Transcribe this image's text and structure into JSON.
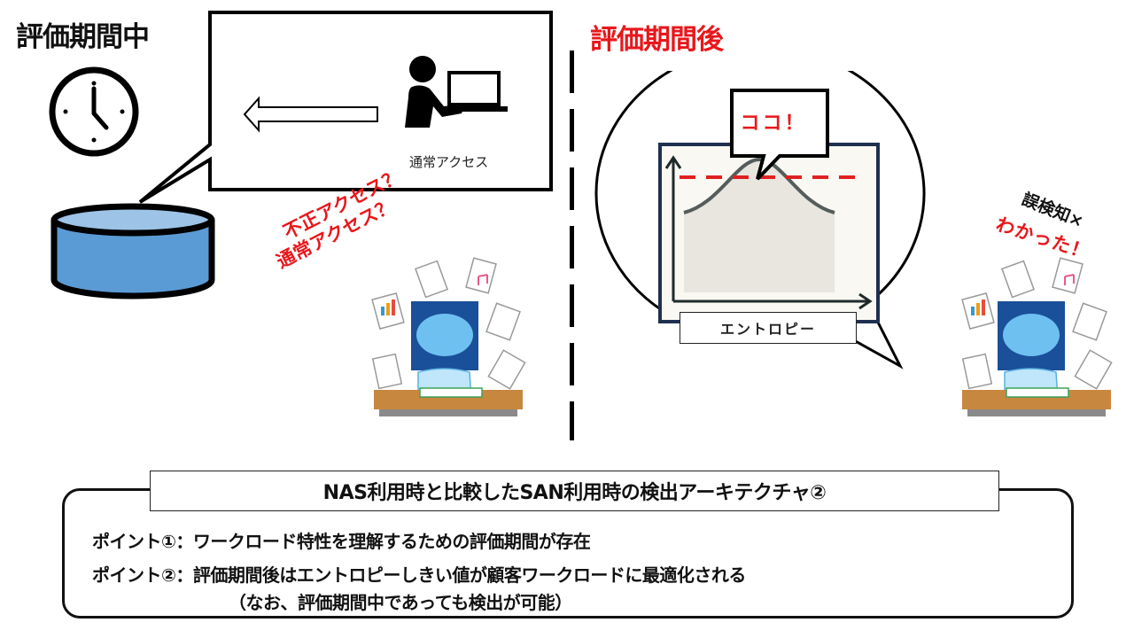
{
  "left_panel": {
    "title": "評価期間中",
    "callout_label": "通常アクセス",
    "question_lines": [
      "不正アクセス？",
      "通常アクセス？"
    ],
    "icons": [
      "clock-icon",
      "storage-cylinder-icon",
      "user-at-computer-icon",
      "left-arrow-icon",
      "ai-brain-learner-icon"
    ]
  },
  "right_panel": {
    "title": "評価期間後",
    "callout_text": "ココ！",
    "axis_label": "エントロピー",
    "reaction_line1": "誤検知×",
    "reaction_line2": "わかった！"
  },
  "summary": {
    "title": "NAS利用時と比較したSAN利用時の検出アーキテクチャ②",
    "points": [
      "ポイント①：ワークロード特性を理解するための評価期間が存在",
      "ポイント②：評価期間後はエントロピーしきい値が顧客ワークロードに最適化される"
    ],
    "note": "（なお、評価期間中であっても検出が可能）"
  },
  "chart_data": {
    "type": "line",
    "title": "",
    "xlabel": "エントロピー",
    "ylabel": "",
    "series": [
      {
        "name": "distribution",
        "shape": "bell-curve",
        "x": [
          0,
          0.2,
          0.35,
          0.5,
          0.65,
          0.8,
          1.0
        ],
        "values": [
          0.1,
          0.35,
          0.78,
          1.0,
          0.78,
          0.35,
          0.1
        ]
      },
      {
        "name": "threshold",
        "style": "dashed",
        "color": "#e02020",
        "values": [
          1.1
        ]
      }
    ],
    "annotations": [
      "ココ！"
    ],
    "grid": false
  },
  "colors": {
    "accent_red": "#e8171b",
    "cylinder_body": "#5b9bd5",
    "cylinder_top": "#9dc3e6",
    "chart_frame": "#1f3050",
    "chart_bg": "#faf8f2",
    "curve_fill": "#e8e6df",
    "curve_stroke": "#555d5c"
  }
}
